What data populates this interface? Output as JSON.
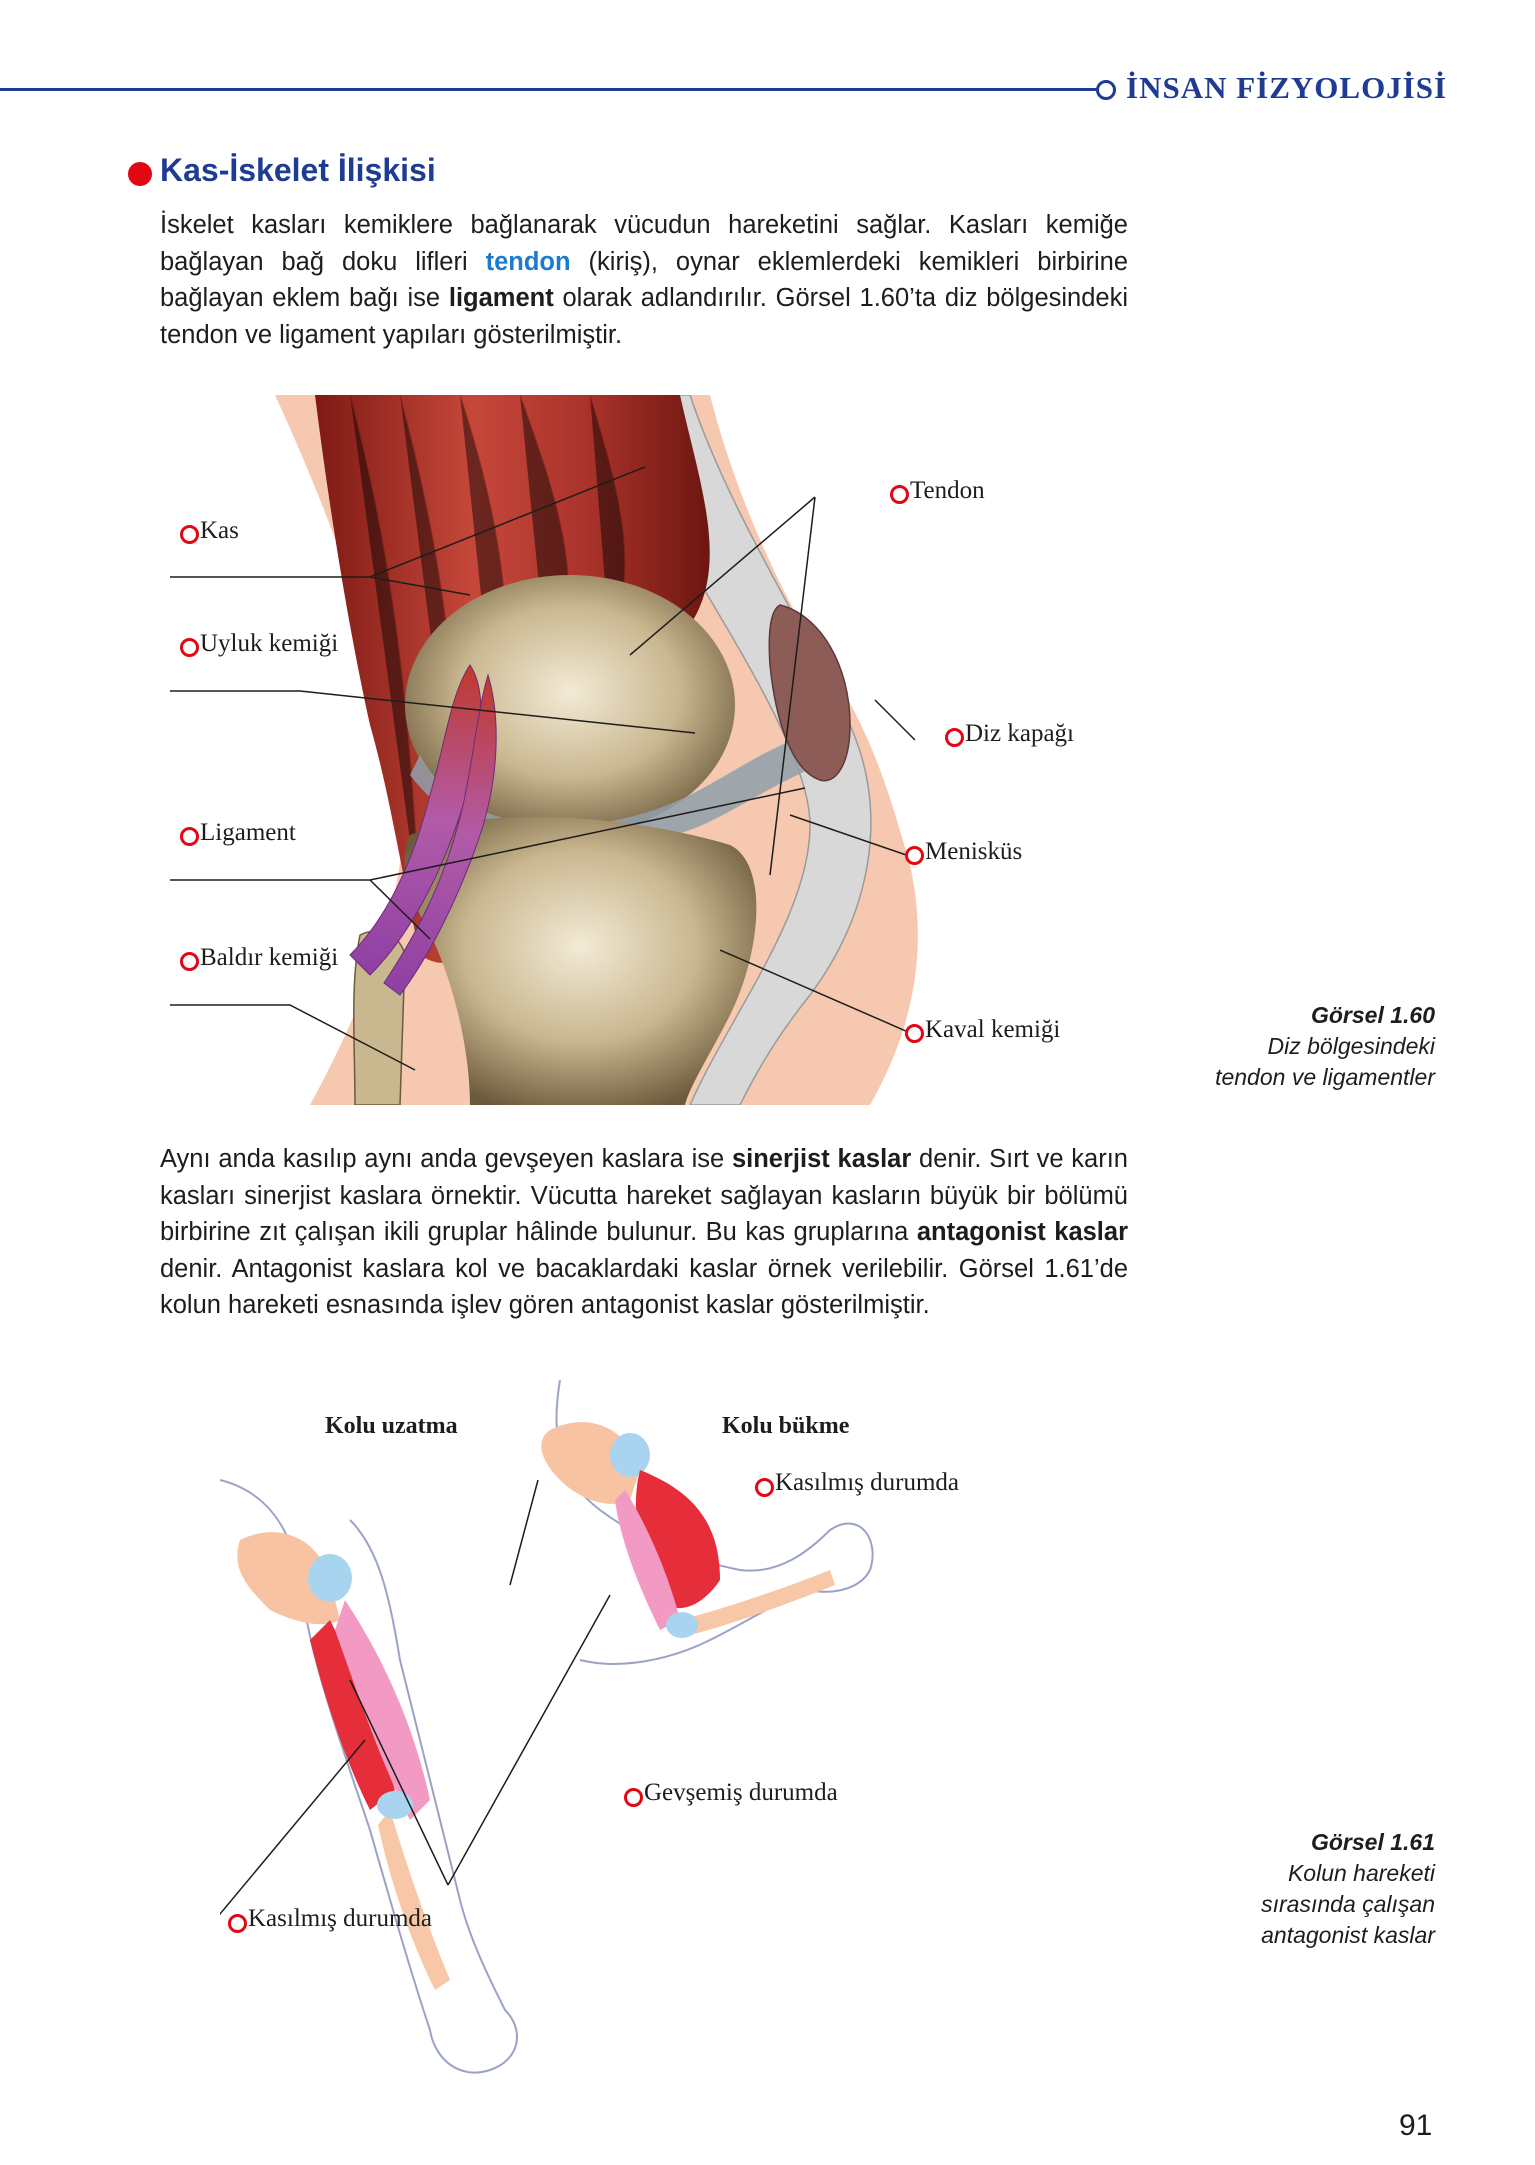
{
  "header": {
    "title": "İNSAN FİZYOLOJİSİ"
  },
  "section": {
    "title": "Kas-İskelet İlişkisi"
  },
  "paragraph1": {
    "part1": "İskelet kasları kemiklere bağlanarak vücudun hareketini sağlar. Kasları kemiğe bağlayan bağ doku lifleri ",
    "term1": "tendon",
    "part2": " (kiriş), oynar eklemlerdeki kemikleri birbirine bağlayan eklem bağı ise ",
    "term2": "ligament",
    "part3": " olarak adlandırılır. Görsel 1.60’ta diz bölgesindeki tendon ve ligament yapıları gösterilmiştir."
  },
  "figure1": {
    "labels": {
      "kas": "Kas",
      "uyluk": "Uyluk kemiği",
      "ligament": "Ligament",
      "baldir": "Baldır kemiği",
      "tendon": "Tendon",
      "diz_kapagi": "Diz kapağı",
      "menisküs": "Menisküs",
      "kaval": "Kaval kemiği"
    },
    "caption_number": "Görsel 1.60",
    "caption_line1": "Diz bölgesindeki",
    "caption_line2": "tendon ve ligamentler"
  },
  "paragraph2": {
    "part1": "Aynı anda kasılıp aynı anda gevşeyen kaslara ise ",
    "term1": "sinerjist kaslar",
    "part2": " denir. Sırt ve karın kasları sinerjist kaslara örnektir. Vücutta hareket sağlayan kasların büyük bir bölümü birbirine zıt çalışan ikili gruplar hâlinde bulunur. Bu kas gruplarına ",
    "term2": "antagonist kaslar",
    "part3": " denir. Antagonist kaslara kol ve bacaklardaki kaslar örnek verilebilir. Görsel 1.61’de kolun hareketi esnasında işlev gören antagonist kaslar gösterilmiştir."
  },
  "figure2": {
    "head_left": "Kolu uzatma",
    "head_right": "Kolu bükme",
    "label_contracted_top": "Kasılmış durumda",
    "label_relaxed": "Gevşemiş durumda",
    "label_contracted_bottom": "Kasılmış durumda",
    "caption_number": "Görsel 1.61",
    "caption_line1": "Kolun hareketi",
    "caption_line2": "sırasında çalışan",
    "caption_line3": "antagonist kaslar"
  },
  "page_number": "91",
  "colors": {
    "brand_blue": "#1e3c93",
    "accent_red": "#e30613",
    "term_blue": "#1b7bd0"
  }
}
